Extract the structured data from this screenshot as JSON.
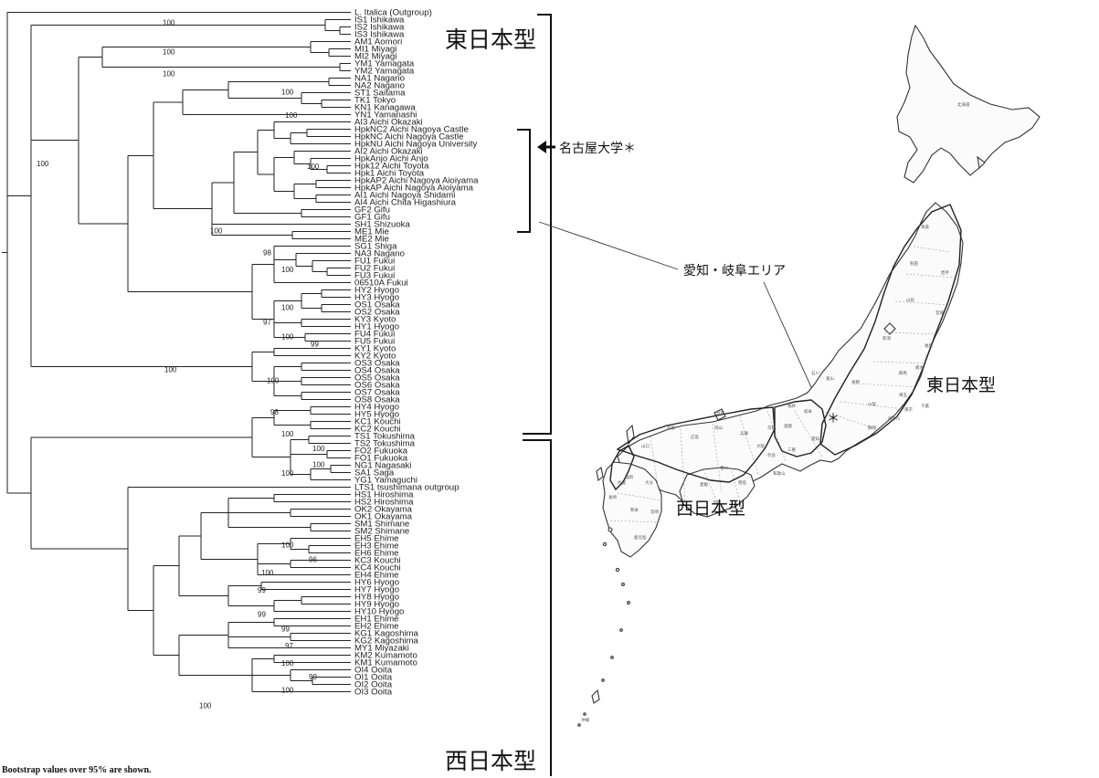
{
  "leaves": [
    "L. Italica (Outgroup)",
    "IS1 Ishikawa",
    "IS2 Ishikawa",
    "IS3 Ishikawa",
    "AM1 Aomori",
    "MI1 Miyagi",
    "MI2 Miyagi",
    "YM1 Yamagata",
    "YM2 Yamagata",
    "NA1 Nagano",
    "NA2 Nagano",
    "ST1 Saitama",
    "TK1 Tokyo",
    "KN1 Kanagawa",
    "YN1 Yamanashi",
    "AI3 Aichi Okazaki",
    "HpkNC2 Aichi Nagoya Castle",
    "HpkNC Aichi Nagoya Castle",
    "HpkNU Aichi Nagoya University",
    "AI2 Aichi Okazaki",
    "HpkAnjo Aichi Anjo",
    "Hpk12 Aichi Toyota",
    "Hpk1 Aichi Toyota",
    "HpkAP2 Aichi Nagoya Aioiyama",
    "HpkAP Aichi Nagoya Aioiyama",
    "AI1 Aichi Nagoya Shidami",
    "AI4 Aichi Chita Higashiura",
    "GF2 Gifu",
    "GF1 Gifu",
    "SH1 Shizuoka",
    "ME1 Mie",
    "ME2 Mie",
    "SG1 Shiga",
    "NA3 Nagano",
    "FU1 Fukui",
    "FU2 Fukui",
    "FU3 Fukui",
    "06510A Fukui",
    "HY2 Hyogo",
    "HY3 Hyogo",
    "OS1 Osaka",
    "OS2 Osaka",
    "KY3 Kyoto",
    "HY1 Hyogo",
    "FU4 Fukui",
    "FU5 Fukui",
    "KY1 Kyoto",
    "KY2 Kyoto",
    "OS3 Osaka",
    "OS4 Osaka",
    "OS5 Osaka",
    "OS6 Osaka",
    "OS7 Osaka",
    "OS8 Osaka",
    "HY4 Hyogo",
    "HY5 Hyogo",
    "KC1 Kouchi",
    "KC2 Kouchi",
    "TS1 Tokushima",
    "TS2 Tokushima",
    "FO2 Fukuoka",
    "FO1 Fukuoka",
    "NG1 Nagasaki",
    "SA1 Saga",
    "YG1 Yamaguchi",
    "LTS1 tsushimana outgroup",
    "HS1 Hiroshima",
    "HS2 Hiroshima",
    "OK2 Okayama",
    "OK1 Okayama",
    "SM1 Shimane",
    "SM2 Shimane",
    "EH5 Ehime",
    "EH3 Ehime",
    "EH6 Ehime",
    "KC3 Kouchi",
    "KC4 Kouchi",
    "EH4 Ehime",
    "HY6 Hyogo",
    "HY7 Hyogo",
    "HY8 Hyogo",
    "HY9 Hyogo",
    "HY10 Hyogo",
    "EH1 Ehime",
    "EH2 Ehime",
    "KG1 Kagoshima",
    "KG2 Kagoshima",
    "MY1 Miyazaki",
    "KM2 Kumamoto",
    "KM1 Kumamoto",
    "OI4 Ooita",
    "OI1 Ooita",
    "OI2 Ooita",
    "OI3 Ooita"
  ],
  "bootstrap_values": [
    {
      "value": "100",
      "row": 2
    },
    {
      "value": "100",
      "row": 6
    },
    {
      "value": "100",
      "row": 9
    },
    {
      "value": "100",
      "row": 11.5
    },
    {
      "value": "100",
      "row": 14.7
    },
    {
      "value": "100",
      "row": 21.7
    },
    {
      "value": "100",
      "row": 30.5
    },
    {
      "value": "98",
      "row": 33.5
    },
    {
      "value": "100",
      "row": 35.8
    },
    {
      "value": "100",
      "row": 41
    },
    {
      "value": "97",
      "row": 43
    },
    {
      "value": "100",
      "row": 45
    },
    {
      "value": "99",
      "row": 46
    },
    {
      "value": "100",
      "row": 49.5
    },
    {
      "value": "100",
      "row": 51
    },
    {
      "value": "98",
      "row": 55.3
    },
    {
      "value": "100",
      "row": 58.3
    },
    {
      "value": "100",
      "row": 60.3
    },
    {
      "value": "100",
      "row": 62.5
    },
    {
      "value": "100",
      "row": 63.7
    },
    {
      "value": "100",
      "row": 73.5
    },
    {
      "value": "96",
      "row": 75.5
    },
    {
      "value": "100",
      "row": 77.3
    },
    {
      "value": "99",
      "row": 79.7
    },
    {
      "value": "99",
      "row": 83
    },
    {
      "value": "99",
      "row": 85
    },
    {
      "value": "97",
      "row": 87.3
    },
    {
      "value": "100",
      "row": 89.7
    },
    {
      "value": "99",
      "row": 91.6
    },
    {
      "value": "100",
      "row": 93.4
    },
    {
      "value": "100",
      "row": 95.5
    }
  ],
  "labels": {
    "east_type_tree": "東日本型",
    "west_type_tree": "西日本型",
    "nagoya_univ": "名古屋大学＊",
    "aichi_gifu_area": "愛知・岐阜エリア",
    "east_type_map": "東日本型",
    "west_type_map": "西日本型",
    "footnote": "Bootstrap values over 95% are shown.",
    "hokkaido": "北海道",
    "map_star": "＊"
  },
  "prefecture_labels": [
    "青森",
    "秋田",
    "岩手",
    "山形",
    "宮城",
    "福島",
    "新潟",
    "栃木",
    "群馬",
    "茨城",
    "長野",
    "山梨",
    "埼玉",
    "東京",
    "千葉",
    "神奈川",
    "静岡",
    "岐阜",
    "愛知",
    "富山",
    "石川",
    "福井",
    "滋賀",
    "三重",
    "京都",
    "奈良",
    "大阪",
    "兵庫",
    "和歌山",
    "岡山",
    "広島",
    "鳥取",
    "島根",
    "山口",
    "香川",
    "徳島",
    "愛媛",
    "高知",
    "福岡",
    "大分",
    "佐賀",
    "長崎",
    "熊本",
    "宮崎",
    "鹿児島",
    "沖縄"
  ]
}
